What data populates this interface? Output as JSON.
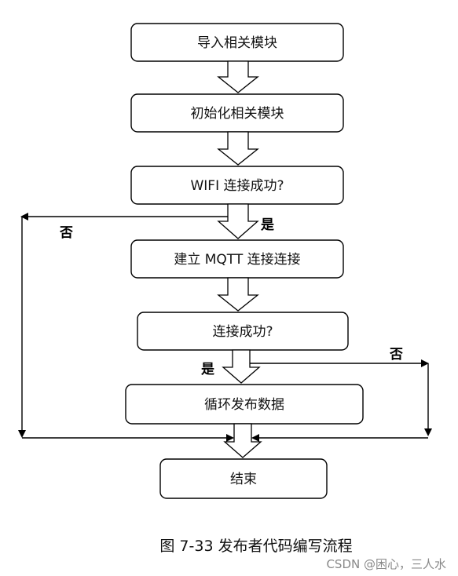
{
  "boxes": {
    "import_modules": "导入相关模块",
    "init_modules": "初始化相关模块",
    "wifi_connected": "WIFI 连接成功?",
    "mqtt_connect": "建立 MQTT 连接连接",
    "connected": "连接成功?",
    "loop_publish": "循环发布数据",
    "end": "结束"
  },
  "labels": {
    "no_left": "否",
    "yes_wifi": "是",
    "no_right": "否",
    "yes_connected": "是"
  },
  "caption": "图 7-33 发布者代码编写流程",
  "watermark": "CSDN @困心，三人水"
}
